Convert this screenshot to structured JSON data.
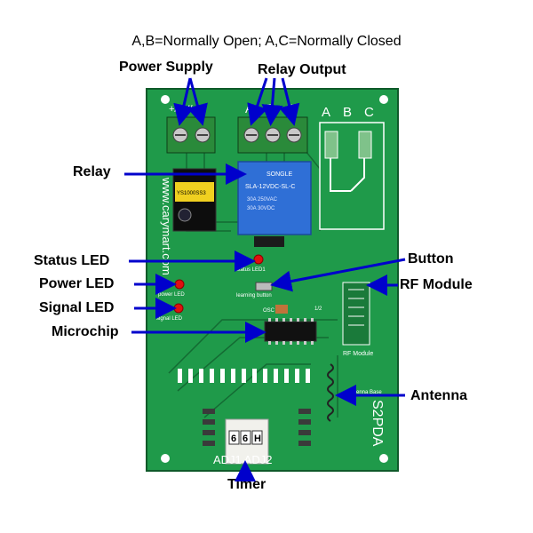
{
  "header": {
    "contacts": "A,B=Normally Open; A,C=Normally Closed"
  },
  "labels": {
    "power_supply": "Power Supply",
    "relay_output": "Relay Output",
    "relay": "Relay",
    "status_led": "Status LED",
    "power_led": "Power LED",
    "signal_led": "Signal LED",
    "microchip": "Microchip",
    "button": "Button",
    "rf_module": "RF Module",
    "antenna": "Antenna",
    "timer": "Timer"
  },
  "board": {
    "model": "S2PDA",
    "website": "www.carymart.com",
    "terminal_pm": "+/- V/-",
    "terminal_a": "A",
    "terminal_b": "B",
    "terminal_c": "C",
    "silk_a": "A",
    "silk_b": "B",
    "silk_c": "C",
    "relay_brand": "SONGLE",
    "relay_model": "SLA-12VDC-SL-C",
    "relay_rating1": "30A 250VAC",
    "relay_rating2": "30A 30VDC",
    "psu_module": "YS1000SS3",
    "silk_status_led": "status LED1",
    "silk_power_led": "power LED",
    "silk_signal_led": "signal LED",
    "silk_learning": "learning button",
    "silk_rf": "RF Module",
    "silk_antenna": "Antenna Base",
    "silk_adj": "ADJ1 ADJ2",
    "silk_osc": "OSC",
    "silk_half": "1/2",
    "timer_digit1": "6",
    "timer_digit2": "6",
    "timer_digit3": "H"
  },
  "colors": {
    "pcb": "#1f9a4a",
    "pcb_dark": "#146b33",
    "arrow": "#0000cc",
    "terminal": "#2a8a3a",
    "relay": "#2f6fd6",
    "led": "#e01010"
  }
}
